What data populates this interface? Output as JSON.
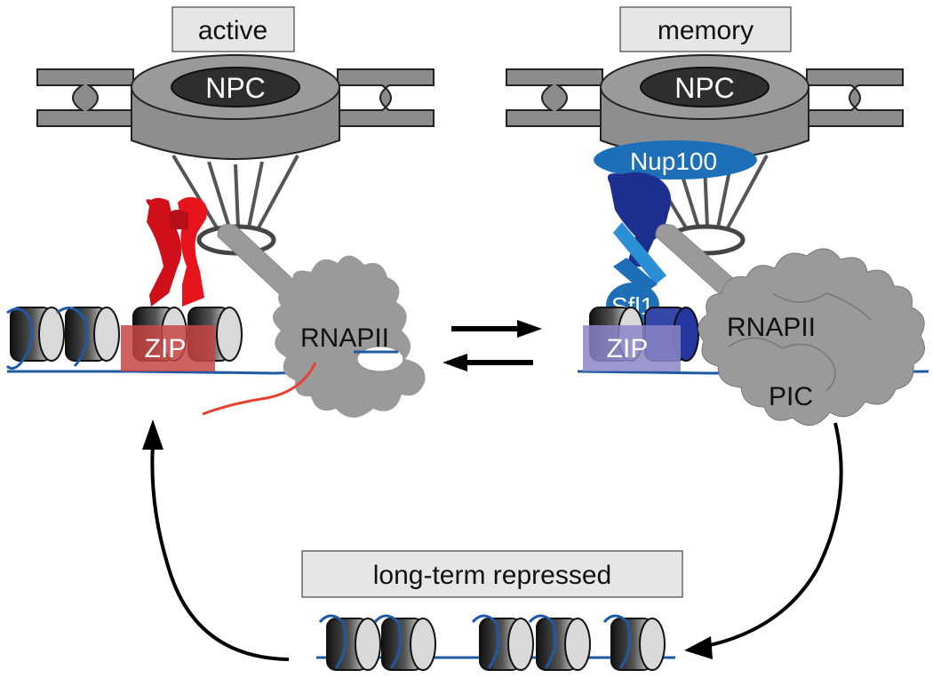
{
  "labels": {
    "active": "active",
    "memory": "memory",
    "npc_left": "NPC",
    "npc_right": "NPC",
    "zip_left": "ZIP",
    "zip_right": "ZIP",
    "rnapii_left": "RNAPII",
    "rnapii_right": "RNAPII",
    "nup100": "Nup100",
    "sfl1": "Sfl1",
    "pic": "PIC",
    "long_term": "long-term repressed"
  },
  "colors": {
    "grey": "#9a9a9a",
    "dark_grey": "#2e2e2e",
    "red": "#e8141d",
    "dark_red": "#b70f17",
    "blue": "#1d6fb8",
    "navy": "#1d2f8f",
    "light_blue": "#2a8fd4",
    "dna": "#1f5aa6",
    "zip_purple": "#8a86c8",
    "zip_red": "#c84545",
    "box_fill": "#e6e6e6"
  }
}
